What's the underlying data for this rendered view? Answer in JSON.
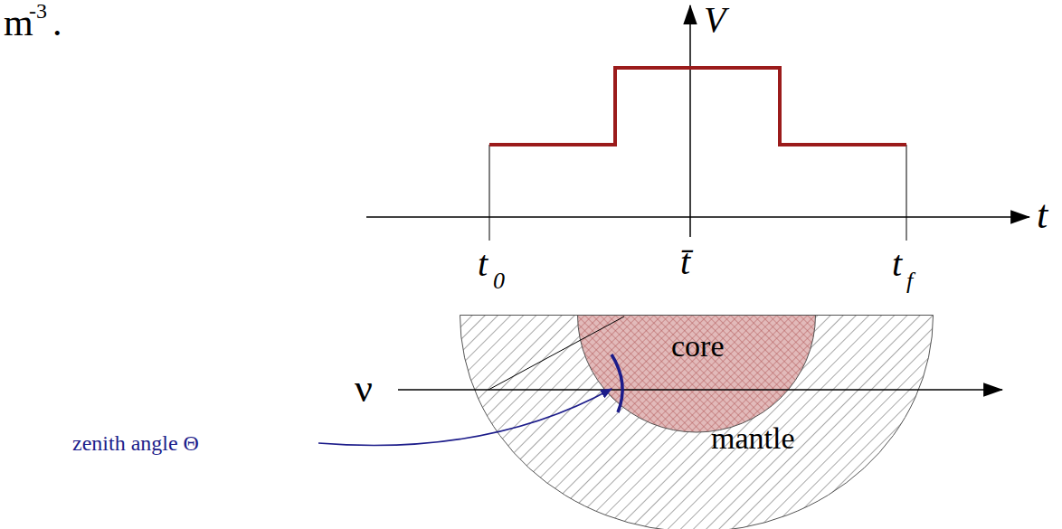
{
  "diagram": {
    "nodes": [
      {
        "text": [
          "mantle"
        ]
      },
      {
        "text": [
          "core"
        ],
        "in": 0
      }
    ],
    "labels": [
      "m",
      "-3",
      ".",
      "V",
      "t",
      "t",
      "0",
      "t̄",
      "t",
      "f",
      "ν",
      "zenith angle Θ"
    ]
  }
}
